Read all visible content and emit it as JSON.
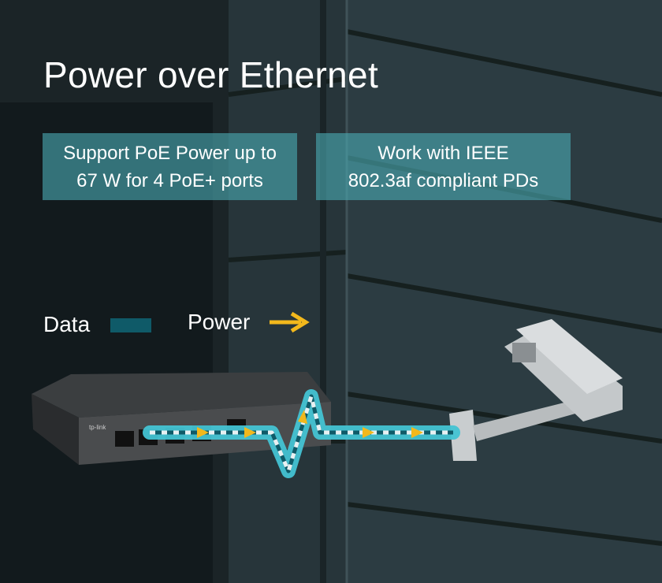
{
  "title": "Power over Ethernet",
  "features": [
    {
      "line1": "Support PoE Power up to",
      "line2": "67 W for 4 PoE+ ports"
    },
    {
      "line1": "Work with IEEE",
      "line2": "802.3af compliant PDs"
    }
  ],
  "legend": {
    "data_label": "Data",
    "power_label": "Power",
    "data_color": "#0f5a68",
    "power_color": "#f2b81c"
  },
  "device": {
    "brand": "tp-link"
  },
  "colors": {
    "cable": "#43c3d3",
    "box": "#4aaab2"
  }
}
